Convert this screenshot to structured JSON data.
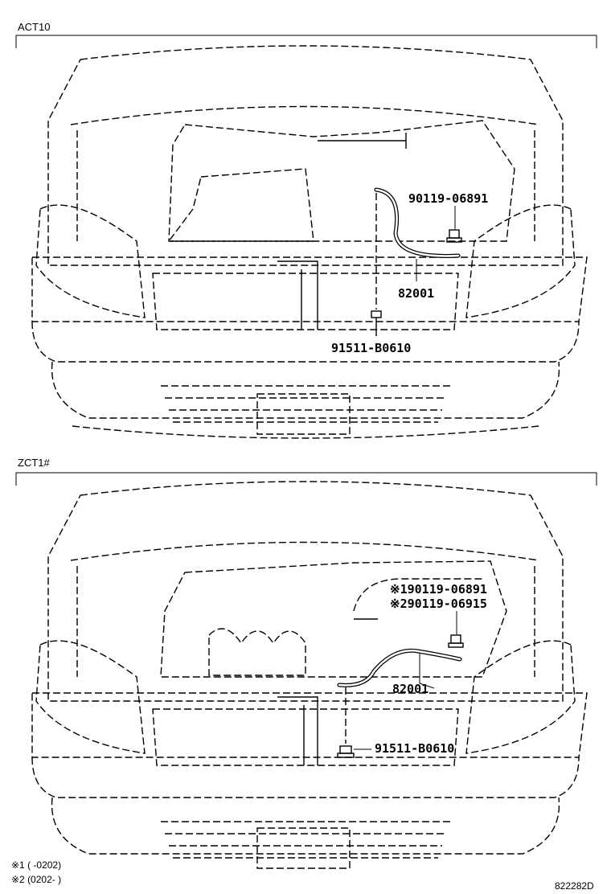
{
  "sections": [
    {
      "label": "ACT10",
      "parts": {
        "bolt_upper": "90119-06891",
        "cable": "82001",
        "bolt_lower": "91511-B0610"
      }
    },
    {
      "label": "ZCT1#",
      "parts": {
        "bolt_upper_1": "※190119-06891",
        "bolt_upper_2": "※290119-06915",
        "cable": "82001",
        "bolt_lower": "91511-B0610"
      }
    }
  ],
  "footnotes": [
    "※1 (    -0202)",
    "※2 (0202-    )"
  ],
  "figure_id": "822282D"
}
